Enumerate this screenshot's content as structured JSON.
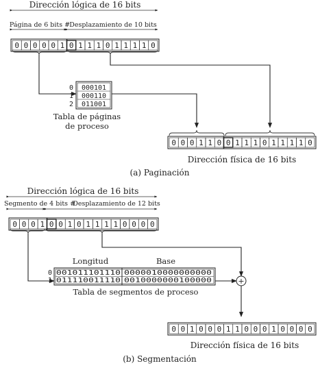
{
  "paging": {
    "logical_title": "Dirección lógica de 16 bits",
    "page_label": "Página de 6 bits #",
    "offset_label": "Desplazamiento de 10 bits",
    "logical_bits": "0000010111011110",
    "table_indices": [
      "0",
      "1",
      "2"
    ],
    "table_rows": [
      "000101",
      "000110",
      "011001"
    ],
    "table_caption_1": "Tabla de páginas",
    "table_caption_2": "de proceso",
    "physical_bits": "0001100111011110",
    "physical_label": "Dirección física de 16 bits",
    "caption": "(a) Paginación"
  },
  "segmentation": {
    "logical_title": "Dirección lógica de 16 bits",
    "segment_label": "Segmento de 4 bits #",
    "offset_label": "Desplazamiento de 12 bits",
    "logical_bits": "0001001011110000",
    "col_length": "Longitud",
    "col_base": "Base",
    "table_indices": [
      "0",
      "1"
    ],
    "lengths": [
      "001011101110",
      "011110011110"
    ],
    "bases": [
      "0000010000000000",
      "0010000000100000"
    ],
    "table_caption": "Tabla de segmentos de proceso",
    "adder_symbol": "+",
    "physical_bits": "0010001100010000",
    "physical_label": "Dirección física de 16 bits",
    "caption": "(b) Segmentación"
  }
}
